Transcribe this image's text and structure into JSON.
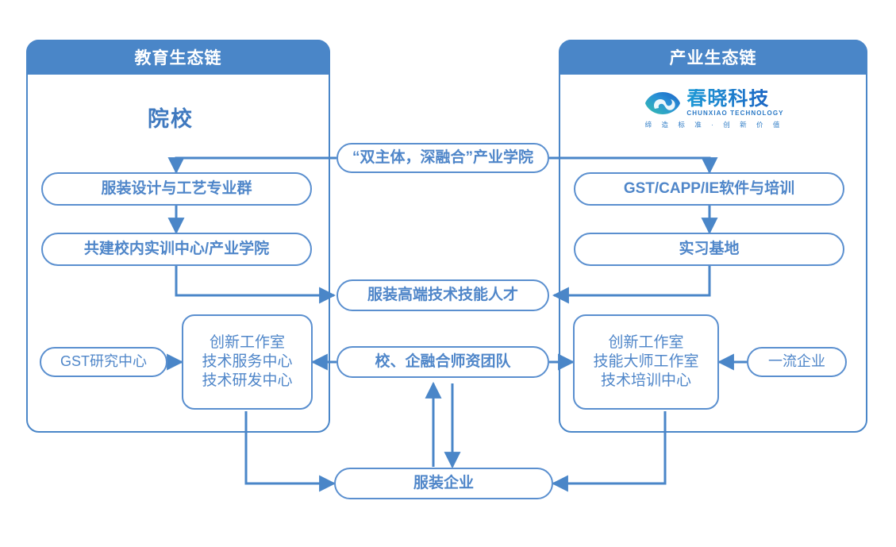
{
  "panels": {
    "education": {
      "title": "教育生态链",
      "section_label": "院校"
    },
    "industry": {
      "title": "产业生态链"
    }
  },
  "logo": {
    "icon": "chunxiao-eye-logo-icon",
    "name_cn": "春晓科技",
    "name_en": "CHUNXIAO TECHNOLOGY",
    "tagline": "缔 造 标 准 · 创 新 价 值"
  },
  "nodes": {
    "bridge_academy": "“双主体，深融合”产业学院",
    "edu_major_group": "服装设计与工艺专业群",
    "edu_training_center": "共建校内实训中心/产业学院",
    "ind_software_training": "GST/CAPP/IE软件与培训",
    "ind_internship_base": "实习基地",
    "talent": "服装高端技术技能人才",
    "gst_research": "GST研究中心",
    "edu_centers": [
      "创新工作室",
      "技术服务中心",
      "技术研发中心"
    ],
    "ind_centers": [
      "创新工作室",
      "技能大师工作室",
      "技术培训中心"
    ],
    "faculty_team": "校、企融合师资团队",
    "top_enterprise": "一流企业",
    "garment_enterprise": "服装企业"
  },
  "colors": {
    "header_blue": "#4a86c8",
    "stroke_blue": "#5a8fcf",
    "text_blue": "#4f86c9",
    "title_blue": "#3f79bf",
    "connector_blue": "#4a86c8",
    "logo_teal": "#3fc0b0",
    "logo_blue": "#1c66c4",
    "background": "#ffffff"
  }
}
